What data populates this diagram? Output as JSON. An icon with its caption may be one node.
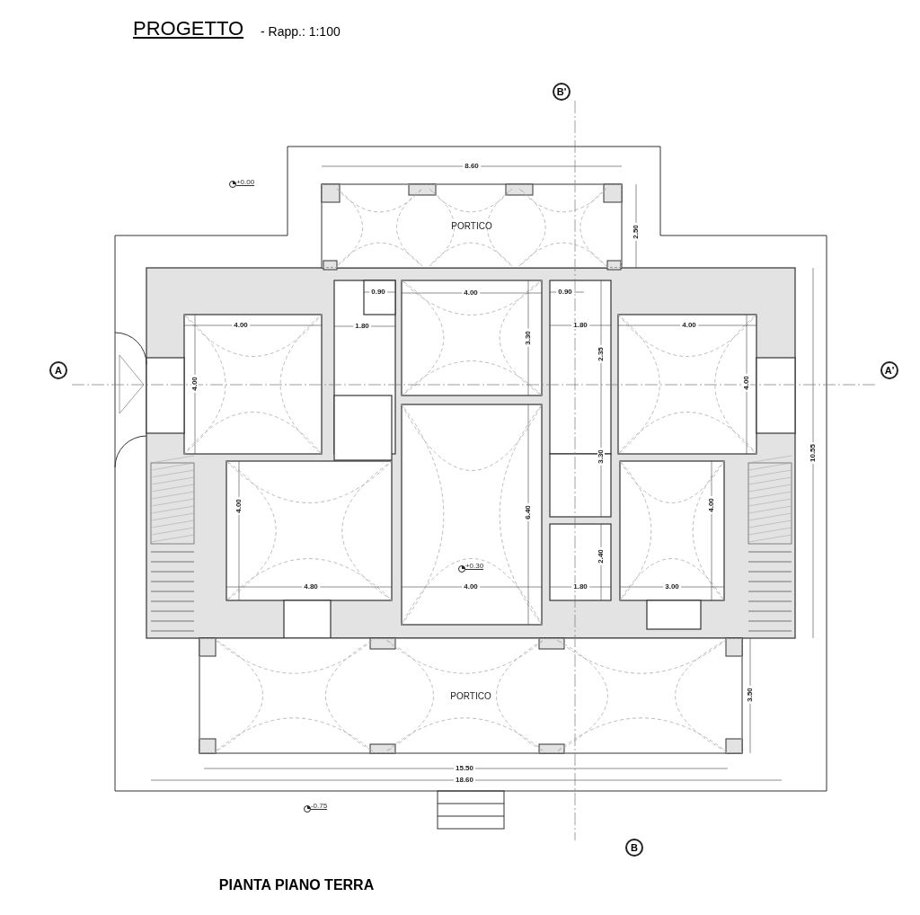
{
  "diagram": {
    "title": "PROGETTO",
    "caption": "PIANTA PIANO TERRA",
    "nodes": [
      {
        "text": [
          "PORTICO"
        ]
      },
      {
        "text": [
          "PORTICO"
        ]
      }
    ],
    "labels": [
      "- Rapp.: 1:100",
      "B'",
      "8.60",
      "+0.00",
      "2.50",
      "0.90",
      "4.00",
      "0.90",
      "4.00",
      "1.80",
      "1.80",
      "4.00",
      "3.30",
      "2.35",
      "A",
      "4.00",
      "4.00",
      "A'",
      "3.30",
      "10.55",
      "4.00",
      "6.40",
      "4.00",
      "2.40",
      "+0.30",
      "4.80",
      "4.00",
      "1.80",
      "3.00",
      "3.50",
      "15.50",
      "18.60",
      "-0.75",
      "B"
    ]
  }
}
